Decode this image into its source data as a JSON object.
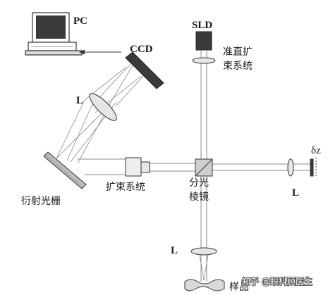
{
  "labels": {
    "pc": "PC",
    "ccd": "CCD",
    "sld": "SLD",
    "collimator_line1": "准直扩",
    "collimator_line2": "束系统",
    "lens_ccd": "L",
    "grating": "衍射光栅",
    "beam_expander": "扩束系统",
    "splitter_line1": "分光",
    "splitter_line2": "棱镜",
    "lens_reference": "L",
    "delta_z": "δz",
    "lens_sample": "L",
    "sample": "样品"
  },
  "watermark": "知乎 @眼科顾医生",
  "colors": {
    "line": "#333333",
    "beam": "#9a9a9a",
    "fill": "#e6e6e6",
    "dark": "#3a3a3a"
  }
}
